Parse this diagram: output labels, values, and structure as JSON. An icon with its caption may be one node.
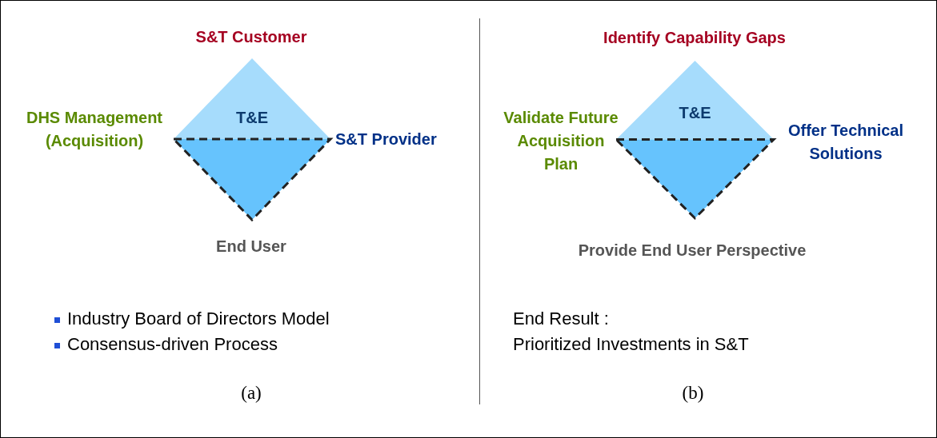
{
  "diagram": {
    "nodes": [
      {
        "text": [
          "T&E"
        ],
        "beside": [
          "S&T Customer",
          "DHS Management (Acquisition)",
          "S&T Provider",
          "End User"
        ]
      },
      {
        "text": [
          "T&E"
        ],
        "beside": [
          "Identify Capability Gaps",
          "Validate Future Acquisition Plan",
          "Offer Technical Solutions",
          "Provide End User Perspective"
        ]
      }
    ],
    "labels": [
      "Industry Board of Directors Model",
      "Consensus-driven Process",
      "End Result :",
      "Prioritized Investments in S&T",
      "(a)",
      "(b)"
    ]
  }
}
